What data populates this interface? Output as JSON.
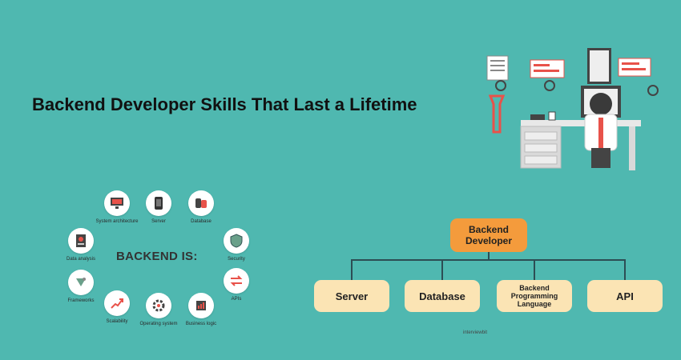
{
  "title": "Backend Developer Skills That Last a Lifetime",
  "cycle": {
    "center": "BACKEND IS:",
    "items": [
      {
        "label": "System architecture",
        "icon": "monitor-icon"
      },
      {
        "label": "Server",
        "icon": "phone-icon"
      },
      {
        "label": "Database",
        "icon": "database-icon"
      },
      {
        "label": "Security",
        "icon": "shield-icon"
      },
      {
        "label": "APIs",
        "icon": "arrows-icon"
      },
      {
        "label": "Business logic",
        "icon": "chart-icon"
      },
      {
        "label": "Operating system",
        "icon": "gear-icon"
      },
      {
        "label": "Scalability",
        "icon": "trend-icon"
      },
      {
        "label": "Frameworks",
        "icon": "framework-icon"
      },
      {
        "label": "Data analysis",
        "icon": "document-icon"
      }
    ]
  },
  "org": {
    "root": "Backend Developer",
    "children": [
      "Server",
      "Database",
      "Backend Programming Language",
      "API"
    ]
  },
  "watermark": "interviewbit",
  "colors": {
    "background": "#4fb8b0",
    "root_box": "#f49b3c",
    "child_box": "#fbe4b4",
    "accent_red": "#e8524a"
  }
}
